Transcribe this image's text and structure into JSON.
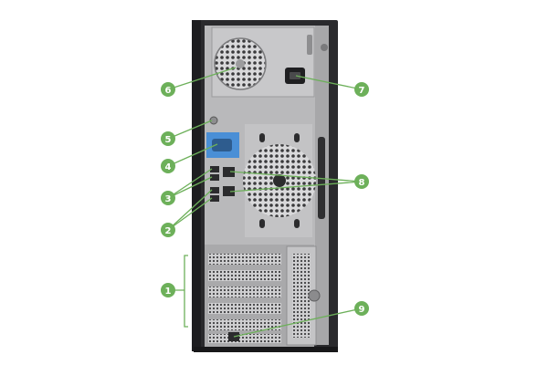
{
  "figure": {
    "subject": "server tower rear panel",
    "accent_color": "#6db05a",
    "label_text_color": "#ffffff",
    "chassis_color": "#2a2a2d",
    "panel_color": "#b9b9bb",
    "io_highlight_color": "#4a8fd6"
  },
  "callouts": [
    {
      "id": "1",
      "label": "1",
      "part": "expansion-slots"
    },
    {
      "id": "2",
      "label": "2",
      "part": "usb-ports-lower"
    },
    {
      "id": "3",
      "label": "3",
      "part": "usb-ports-upper"
    },
    {
      "id": "4",
      "label": "4",
      "part": "vga-port"
    },
    {
      "id": "5",
      "label": "5",
      "part": "uid-led"
    },
    {
      "id": "6",
      "label": "6",
      "part": "power-supply-fan"
    },
    {
      "id": "7",
      "label": "7",
      "part": "power-inlet"
    },
    {
      "id": "8",
      "label": "8",
      "part": "network-ports"
    },
    {
      "id": "9",
      "label": "9",
      "part": "ilo-port"
    }
  ]
}
